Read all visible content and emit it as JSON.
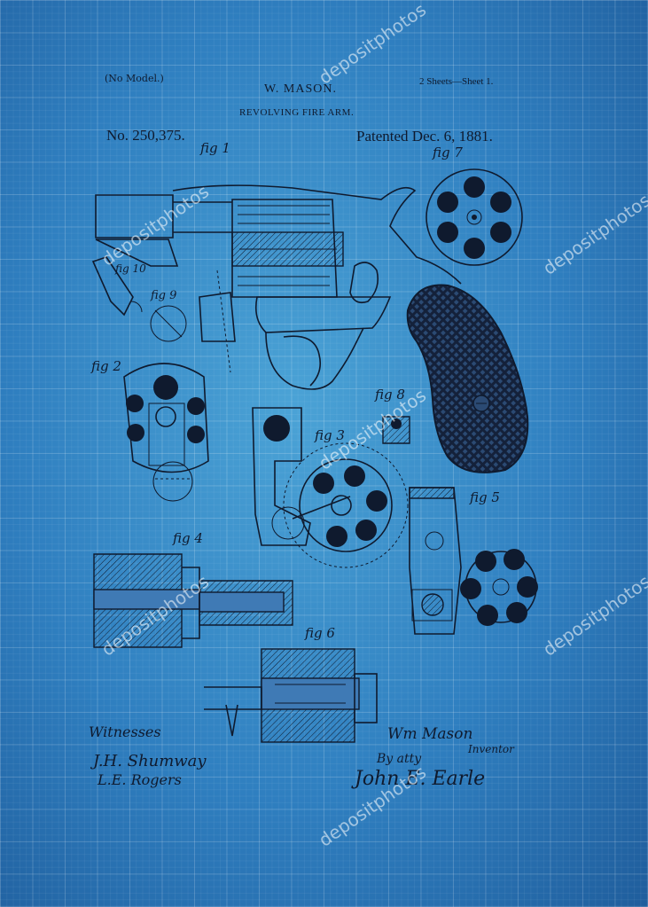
{
  "header": {
    "no_model": "(No Model.)",
    "inventor_name": "W. MASON.",
    "sheets": "2 Sheets—Sheet 1.",
    "title": "REVOLVING FIRE ARM.",
    "patent_number": "No. 250,375.",
    "patent_date": "Patented Dec. 6, 1881."
  },
  "figures": {
    "fig1": "fig 1",
    "fig2": "fig 2",
    "fig3": "fig 3",
    "fig4": "fig 4",
    "fig5": "fig 5",
    "fig6": "fig 6",
    "fig7": "fig 7",
    "fig8": "fig 8",
    "fig9": "fig 9",
    "fig10": "fig 10"
  },
  "signatures": {
    "witnesses_label": "Witnesses",
    "witness_1": "J.H. Shumway",
    "witness_2": "L.E. Rogers",
    "inventor": "Wm Mason",
    "inventor_role": "Inventor",
    "by_attorney": "By atty",
    "attorney": "John E. Earle"
  },
  "watermark": {
    "text": "depositphotos"
  },
  "colors": {
    "background": "#3b8fcc",
    "ink": "#0f1a2e",
    "gridlines": "#ffffff"
  }
}
